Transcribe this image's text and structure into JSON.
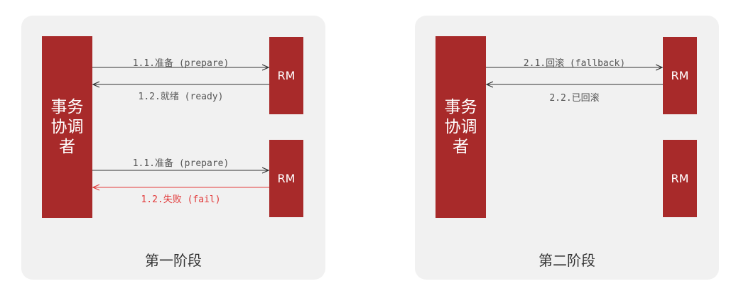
{
  "phase1": {
    "title": "第一阶段",
    "coordinator_lines": [
      "事务",
      "协调",
      "者"
    ],
    "rm_top": "RM",
    "rm_bottom": "RM",
    "msg_prepare_top": "1.1.准备 (prepare)",
    "msg_ready": "1.2.就绪 (ready)",
    "msg_prepare_bottom": "1.1.准备 (prepare)",
    "msg_fail": "1.2.失败 (fail)"
  },
  "phase2": {
    "title": "第二阶段",
    "coordinator_lines": [
      "事务",
      "协调",
      "者"
    ],
    "rm_top": "RM",
    "rm_bottom": "RM",
    "msg_fallback": "2.1.回滚 (fallback)",
    "msg_rolled_back": "2.2.已回滚"
  },
  "colors": {
    "block": "#a82a2a",
    "panel": "#f1f1f1",
    "arrow": "#333333",
    "fail": "#e23a3a"
  }
}
